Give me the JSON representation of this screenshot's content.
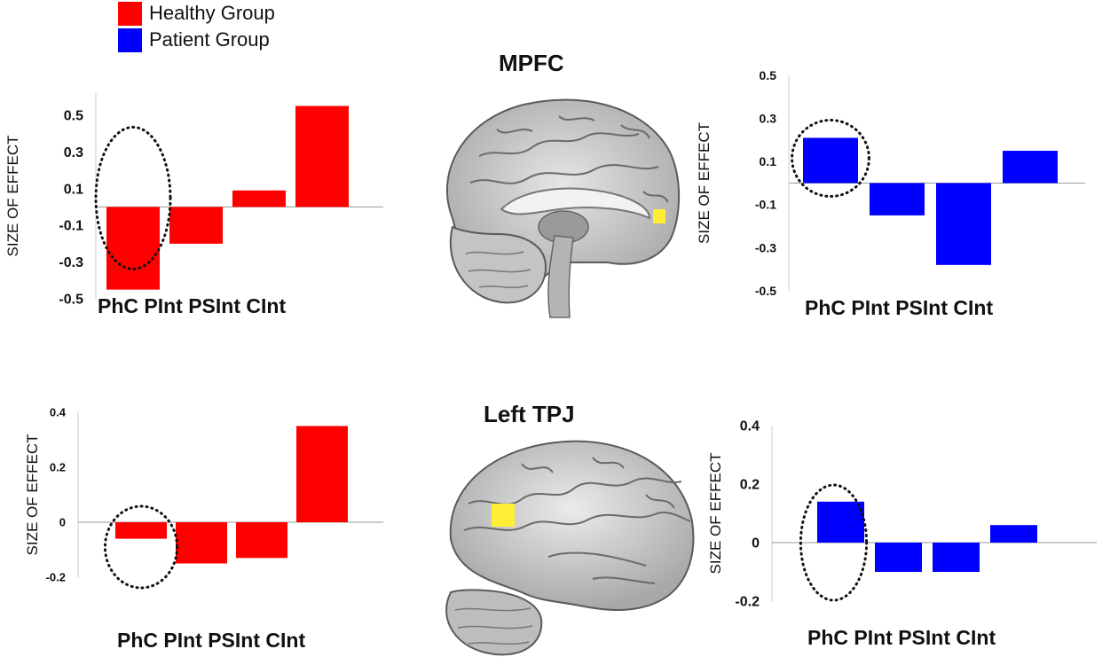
{
  "legend": {
    "healthy": {
      "label": "Healthy Group",
      "color": "#ff0000"
    },
    "patient": {
      "label": "Patient Group",
      "color": "#0000ff"
    }
  },
  "regions": {
    "top": "MPFC",
    "bottom": "Left TPJ"
  },
  "colors": {
    "highlight": "#ffee33",
    "brain_light": "#d9d9d9",
    "brain_dark": "#8c8c8c"
  },
  "chart_data": [
    {
      "id": "mpfc-healthy",
      "type": "bar",
      "region": "MPFC",
      "group": "Healthy Group",
      "color": "#ff0000",
      "categories": [
        "PhC",
        "PInt",
        "PSInt",
        "CInt"
      ],
      "category_caption": "PhC PInt PSInt CInt",
      "values": [
        -0.45,
        -0.2,
        0.09,
        0.55
      ],
      "ylim": [
        -0.5,
        0.62
      ],
      "yticks": [
        -0.5,
        -0.3,
        -0.1,
        0.1,
        0.3,
        0.5
      ],
      "ytick_labels": [
        "-0.5",
        "-0.3",
        "-0.1",
        "0.1",
        "0.3",
        "0.5"
      ],
      "ylabel": "SIZE OF EFFECT",
      "circled_category": "PhC"
    },
    {
      "id": "mpfc-patient",
      "type": "bar",
      "region": "MPFC",
      "group": "Patient Group",
      "color": "#0000ff",
      "categories": [
        "PhC",
        "PInt",
        "PSInt",
        "CInt"
      ],
      "category_caption": "PhC PInt PSInt CInt",
      "values": [
        0.21,
        -0.15,
        -0.38,
        0.15
      ],
      "ylim": [
        -0.5,
        0.5
      ],
      "yticks": [
        -0.5,
        -0.3,
        -0.1,
        0.1,
        0.3,
        0.5
      ],
      "ytick_labels": [
        "-0.5",
        "-0.3",
        "-0.1",
        "0.1",
        "0.3",
        "0.5"
      ],
      "ylabel": "SIZE OF EFFECT",
      "circled_category": "PhC"
    },
    {
      "id": "tpj-healthy",
      "type": "bar",
      "region": "Left TPJ",
      "group": "Healthy Group",
      "color": "#ff0000",
      "categories": [
        "PhC",
        "PInt",
        "PSInt",
        "CInt"
      ],
      "category_caption": "PhC PInt PSInt CInt",
      "values": [
        -0.06,
        -0.15,
        -0.13,
        0.35
      ],
      "ylim": [
        -0.2,
        0.4
      ],
      "yticks": [
        -0.2,
        0,
        0.2,
        0.4
      ],
      "ytick_labels": [
        "-0.2",
        "0",
        "0.2",
        "0.4"
      ],
      "ylabel": "SIZE OF EFFECT",
      "circled_category": "PhC"
    },
    {
      "id": "tpj-patient",
      "type": "bar",
      "region": "Left TPJ",
      "group": "Patient Group",
      "color": "#0000ff",
      "categories": [
        "PhC",
        "PInt",
        "PSInt",
        "CInt"
      ],
      "category_caption": "PhC PInt PSInt CInt",
      "values": [
        0.14,
        -0.1,
        -0.1,
        0.06
      ],
      "ylim": [
        -0.2,
        0.4
      ],
      "yticks": [
        -0.2,
        0,
        0.2,
        0.4
      ],
      "ytick_labels": [
        "-0.2",
        "0",
        "0.2",
        "0.4"
      ],
      "ylabel": "SIZE OF EFFECT",
      "circled_category": "PhC"
    }
  ]
}
